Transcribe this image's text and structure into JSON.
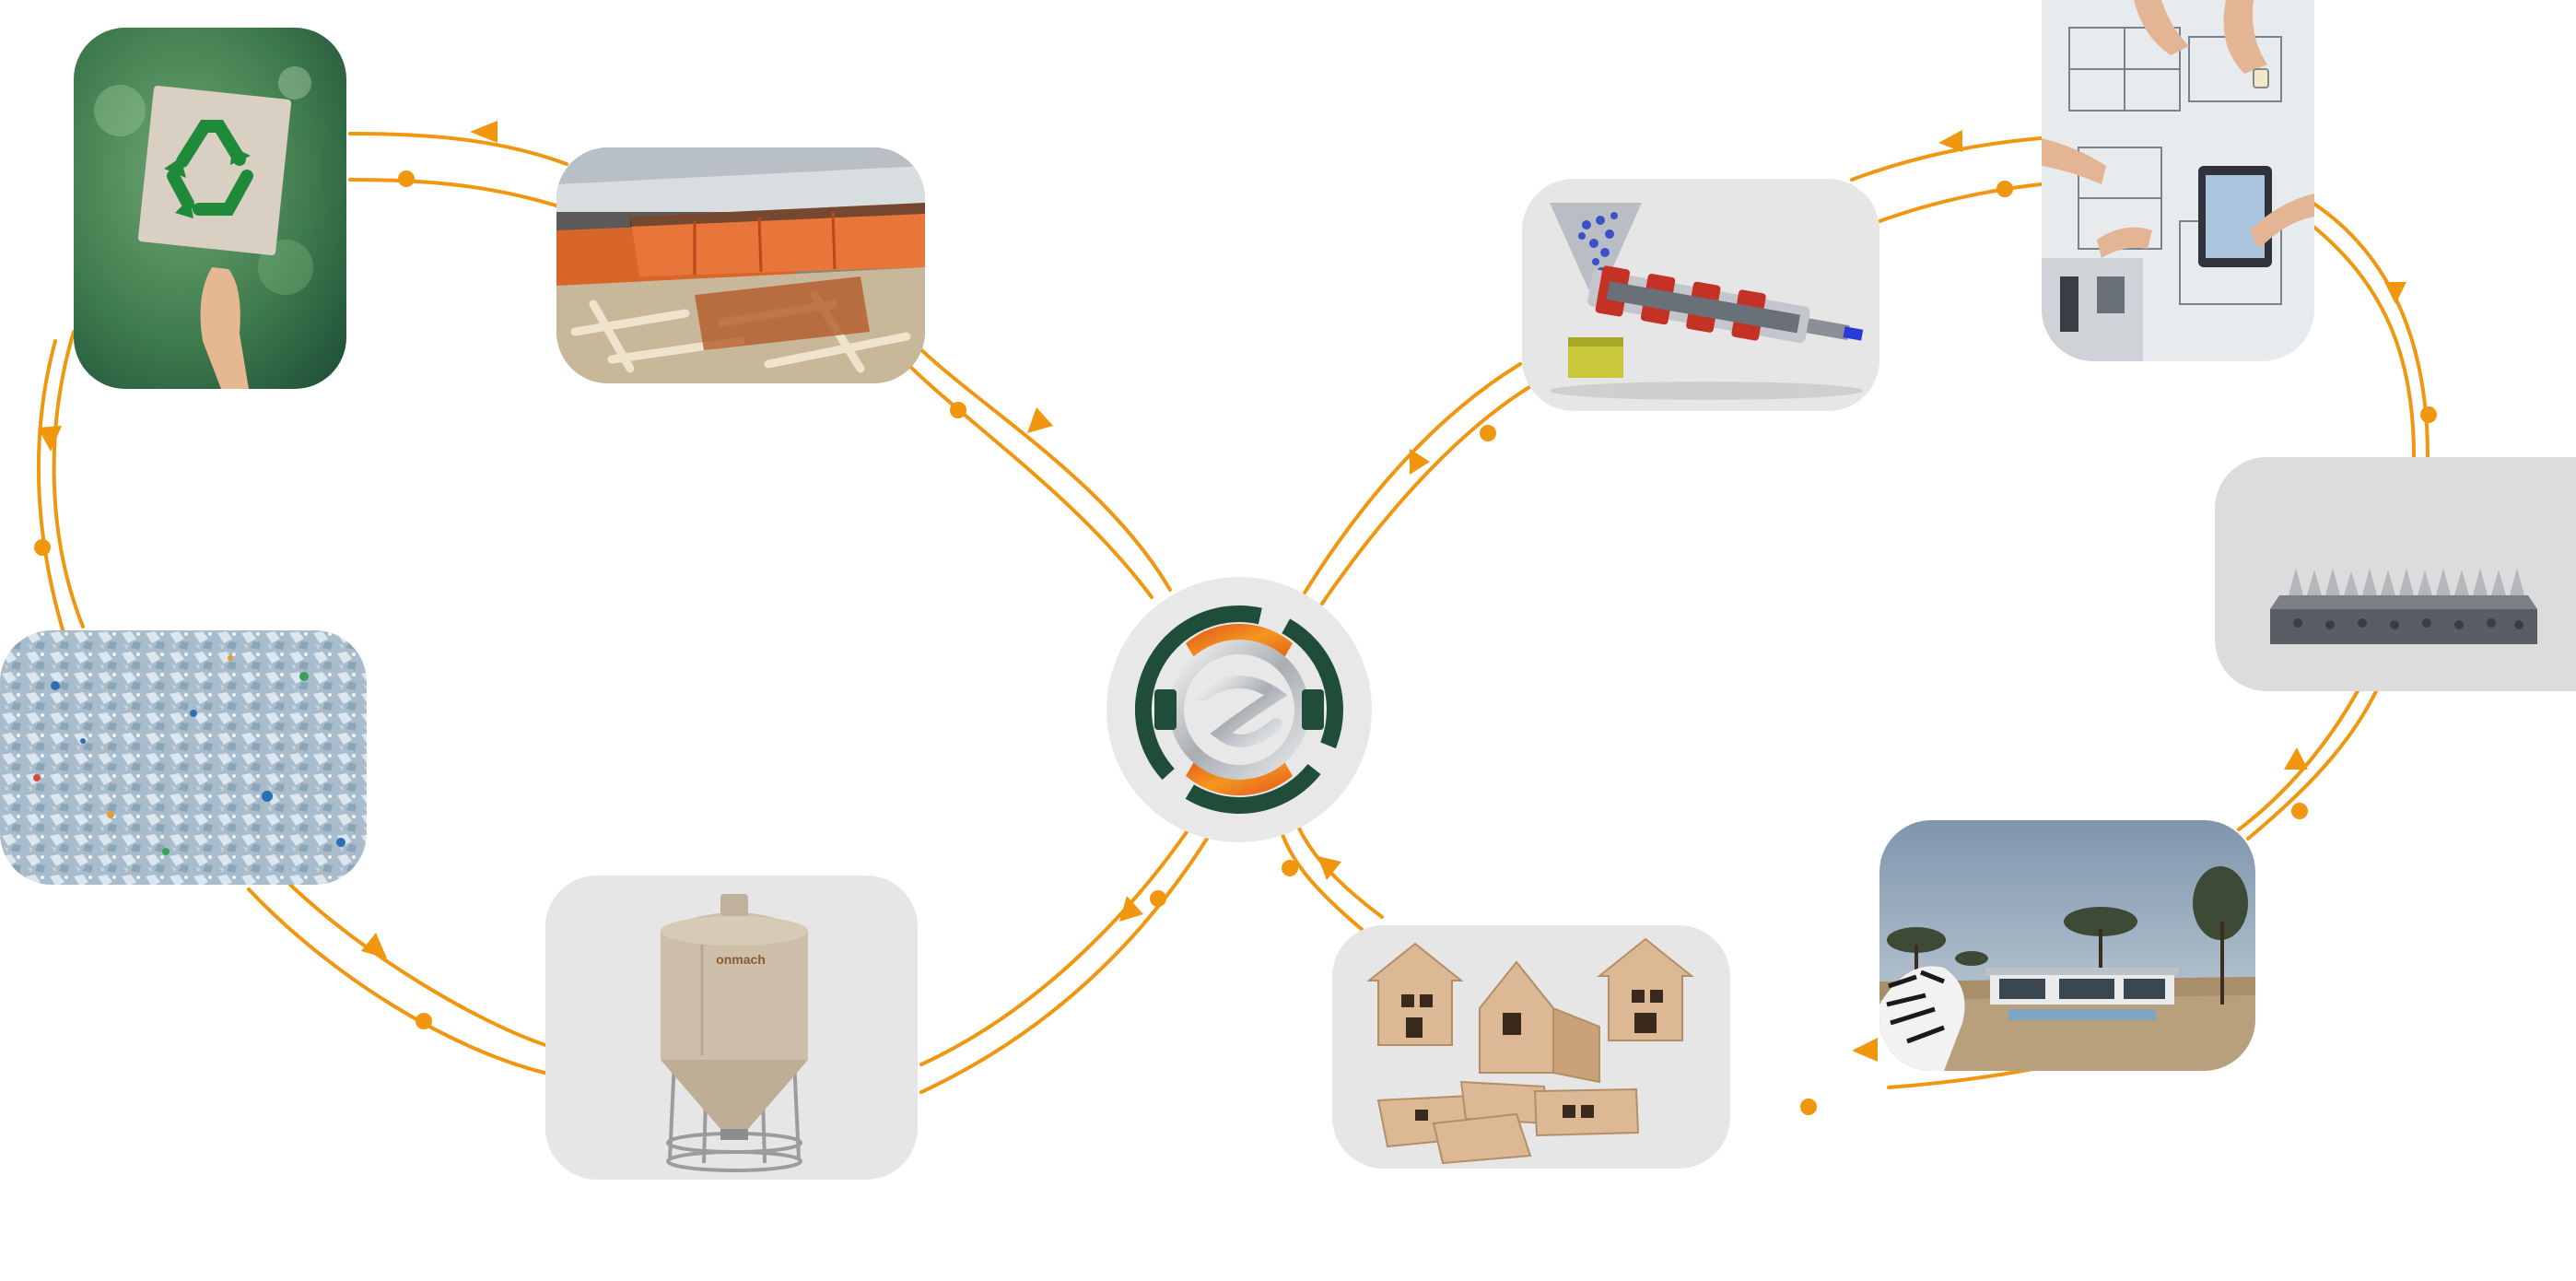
{
  "diagram": {
    "kind": "circular-process-loop",
    "accent": "#f0960f",
    "hub": {
      "icon": "circular-economy-logo-icon",
      "colors": {
        "orange": "#f07a12",
        "green": "#1f4d3a",
        "silver": "#b9bcc0"
      }
    },
    "steps": [
      {
        "id": "recycle-sign",
        "icon": "recycling-symbol-icon"
      },
      {
        "id": "waste-skips",
        "icon": "scrap-containers-icon"
      },
      {
        "id": "plastic-flakes",
        "icon": "plastic-flakes-icon"
      },
      {
        "id": "storage-silo",
        "icon": "storage-silo-icon",
        "logo_text": "onmach"
      },
      {
        "id": "extruder",
        "icon": "extruder-machine-icon"
      },
      {
        "id": "design-plans",
        "icon": "architect-plans-icon"
      },
      {
        "id": "printed-parts",
        "icon": "printed-samples-icon"
      },
      {
        "id": "modular-house",
        "icon": "modular-house-icon"
      },
      {
        "id": "house-kits",
        "icon": "wooden-house-kit-icon"
      }
    ]
  }
}
